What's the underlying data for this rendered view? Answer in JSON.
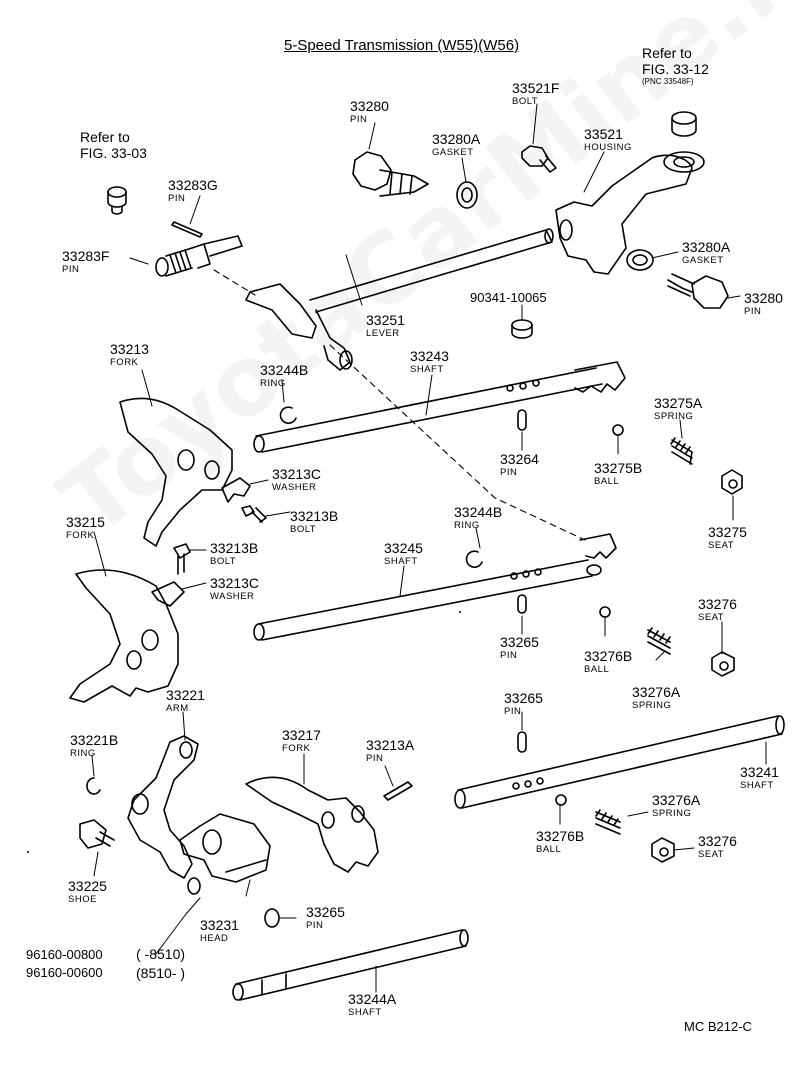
{
  "title": "5-Speed Transmission (W55)(W56)",
  "figure_code": "MC  B212-C",
  "watermark": "ToyotaCarMine.ru",
  "refs": {
    "fig_33_03_line1": "Refer to",
    "fig_33_03_line2": "FIG. 33-03",
    "fig_33_12_line1": "Refer to",
    "fig_33_12_line2": "FIG. 33-12",
    "fig_33_12_pnc": "(PNC 33548F)"
  },
  "parts": {
    "p33280_top": {
      "num": "33280",
      "name": "PIN"
    },
    "p33280A_top": {
      "num": "33280A",
      "name": "GASKET"
    },
    "p33521F": {
      "num": "33521F",
      "name": "BOLT"
    },
    "p33521": {
      "num": "33521",
      "name": "HOUSING"
    },
    "p33283G": {
      "num": "33283G",
      "name": "PIN"
    },
    "p33283F": {
      "num": "33283F",
      "name": "PIN"
    },
    "p33280A_right": {
      "num": "33280A",
      "name": "GASKET"
    },
    "p33280_right": {
      "num": "33280",
      "name": "PIN"
    },
    "p90341": {
      "num": "90341-10065"
    },
    "p33251": {
      "num": "33251",
      "name": "LEVER"
    },
    "p33213": {
      "num": "33213",
      "name": "FORK"
    },
    "p33244B_top": {
      "num": "33244B",
      "name": "RING"
    },
    "p33243": {
      "num": "33243",
      "name": "SHAFT"
    },
    "p33275A": {
      "num": "33275A",
      "name": "SPRING"
    },
    "p33264": {
      "num": "33264",
      "name": "PIN"
    },
    "p33275B": {
      "num": "33275B",
      "name": "BALL"
    },
    "p33213C_top": {
      "num": "33213C",
      "name": "WASHER"
    },
    "p33213B_top": {
      "num": "33213B",
      "name": "BOLT"
    },
    "p33275": {
      "num": "33275",
      "name": "SEAT"
    },
    "p33215": {
      "num": "33215",
      "name": "FORK"
    },
    "p33244B_mid": {
      "num": "33244B",
      "name": "RING"
    },
    "p33213B_mid": {
      "num": "33213B",
      "name": "BOLT"
    },
    "p33245": {
      "num": "33245",
      "name": "SHAFT"
    },
    "p33213C_mid": {
      "num": "33213C",
      "name": "WASHER"
    },
    "p33276_top": {
      "num": "33276",
      "name": "SEAT"
    },
    "p33265_top": {
      "num": "33265",
      "name": "PIN"
    },
    "p33276B_top": {
      "num": "33276B",
      "name": "BALL"
    },
    "p33276A_top": {
      "num": "33276A",
      "name": "SPRING"
    },
    "p33221": {
      "num": "33221",
      "name": "ARM"
    },
    "p33265_mid": {
      "num": "33265",
      "name": "PIN"
    },
    "p33221B": {
      "num": "33221B",
      "name": "RING"
    },
    "p33217": {
      "num": "33217",
      "name": "FORK"
    },
    "p33213A": {
      "num": "33213A",
      "name": "PIN"
    },
    "p33241": {
      "num": "33241",
      "name": "SHAFT"
    },
    "p33276A_bot": {
      "num": "33276A",
      "name": "SPRING"
    },
    "p33276B_bot": {
      "num": "33276B",
      "name": "BALL"
    },
    "p33276_bot": {
      "num": "33276",
      "name": "SEAT"
    },
    "p33225": {
      "num": "33225",
      "name": "SHOE"
    },
    "p33231": {
      "num": "33231",
      "name": "HEAD"
    },
    "p33265_bot": {
      "num": "33265",
      "name": "PIN"
    },
    "p33244A": {
      "num": "33244A",
      "name": "SHAFT"
    }
  },
  "notes": {
    "pn1": "96160-00800",
    "pn2": "96160-00600",
    "range1": "(    -8510)",
    "range2": "(8510-    )"
  }
}
